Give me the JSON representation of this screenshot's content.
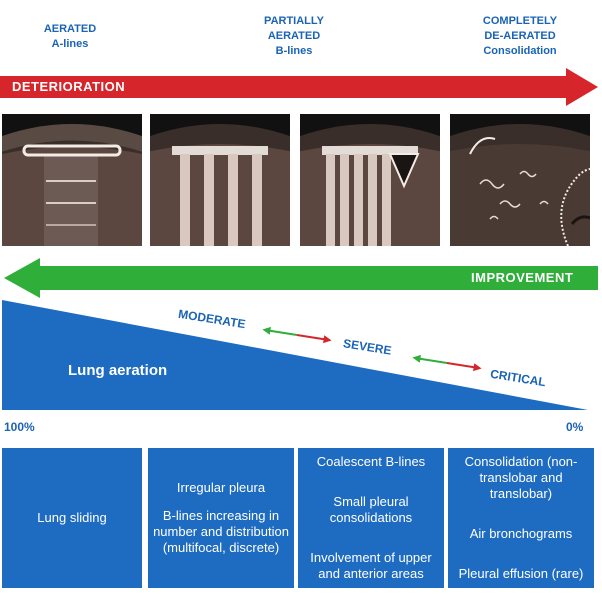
{
  "headers": [
    {
      "lines": [
        "AERATED",
        "A-lines"
      ]
    },
    {
      "lines": [
        "PARTIALLY",
        "AERATED",
        "B-lines"
      ]
    },
    {
      "lines": [
        "COMPLETELY",
        "DE-AERATED",
        "Consolidation"
      ]
    }
  ],
  "deterioration_label": "DETERIORATION",
  "improvement_label": "IMPROVEMENT",
  "lung_aeration_label": "Lung aeration",
  "severity": {
    "moderate": "MODERATE",
    "severe": "SEVERE",
    "critical": "CRITICAL"
  },
  "percent_left": "100%",
  "percent_right": "0%",
  "columns": [
    {
      "items": [
        "Lung sliding"
      ]
    },
    {
      "items": [
        "Irregular pleura",
        "B-lines increasing in number and distribution (multifocal, discrete)"
      ]
    },
    {
      "items": [
        "Coalescent B-lines",
        "Small pleural consolidations",
        "Involvement of upper and anterior areas"
      ]
    },
    {
      "items": [
        "Consolidation (non-translobar and translobar)",
        "Air bronchograms",
        "Pleural effusion (rare)"
      ]
    }
  ],
  "colors": {
    "red_arrow": "#d7262b",
    "green_arrow": "#2fae3a",
    "blue": "#1e6bc2",
    "header_text": "#1a63b5"
  }
}
